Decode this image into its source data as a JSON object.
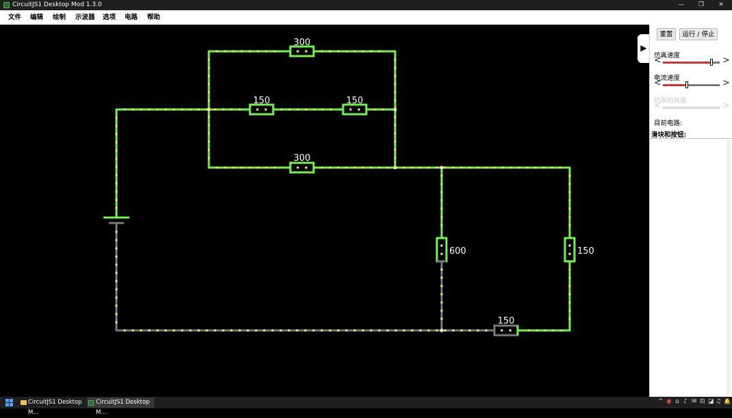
{
  "window": {
    "title": "CircuitJS1 Desktop Mod 1.3.0",
    "minimize": "—",
    "restore": "❐",
    "close": "✕"
  },
  "menu": [
    "文件",
    "编辑",
    "绘制",
    "示波器",
    "选项",
    "电路",
    "帮助"
  ],
  "circuit": {
    "resistors": [
      {
        "label": "300"
      },
      {
        "label": "150"
      },
      {
        "label": "150"
      },
      {
        "label": "300"
      },
      {
        "label": "600"
      },
      {
        "label": "150"
      },
      {
        "label": "150"
      }
    ]
  },
  "panel": {
    "toggle_icon": "▶",
    "reset_label": "重置",
    "run_stop_label": "运行 / 停止",
    "sim_speed_label": "仿真速度",
    "sim_speed_value": 0.86,
    "current_speed_label": "电流速度",
    "current_speed_value": 0.42,
    "power_brightness_label": "功率的亮度",
    "current_circuit_label": "目前电路:",
    "sliders_buttons_label": "滑块和按钮:",
    "left_arrow": "<",
    "right_arrow": ">"
  },
  "taskbar": {
    "start_icon": "windows-start-icon",
    "items": [
      "CircuitJS1 Desktop M...",
      "CircuitJS1 Desktop M..."
    ],
    "tray_icons": [
      "^",
      "◉",
      "⌂",
      "♪",
      "✉",
      "⊟",
      "◪",
      "♫",
      "🔔"
    ]
  },
  "colors": {
    "wire_active": "#72f54a",
    "wire_ground": "#7a7a7a",
    "current_dot": "#ffff55",
    "slider_fill": "#d3322f"
  }
}
